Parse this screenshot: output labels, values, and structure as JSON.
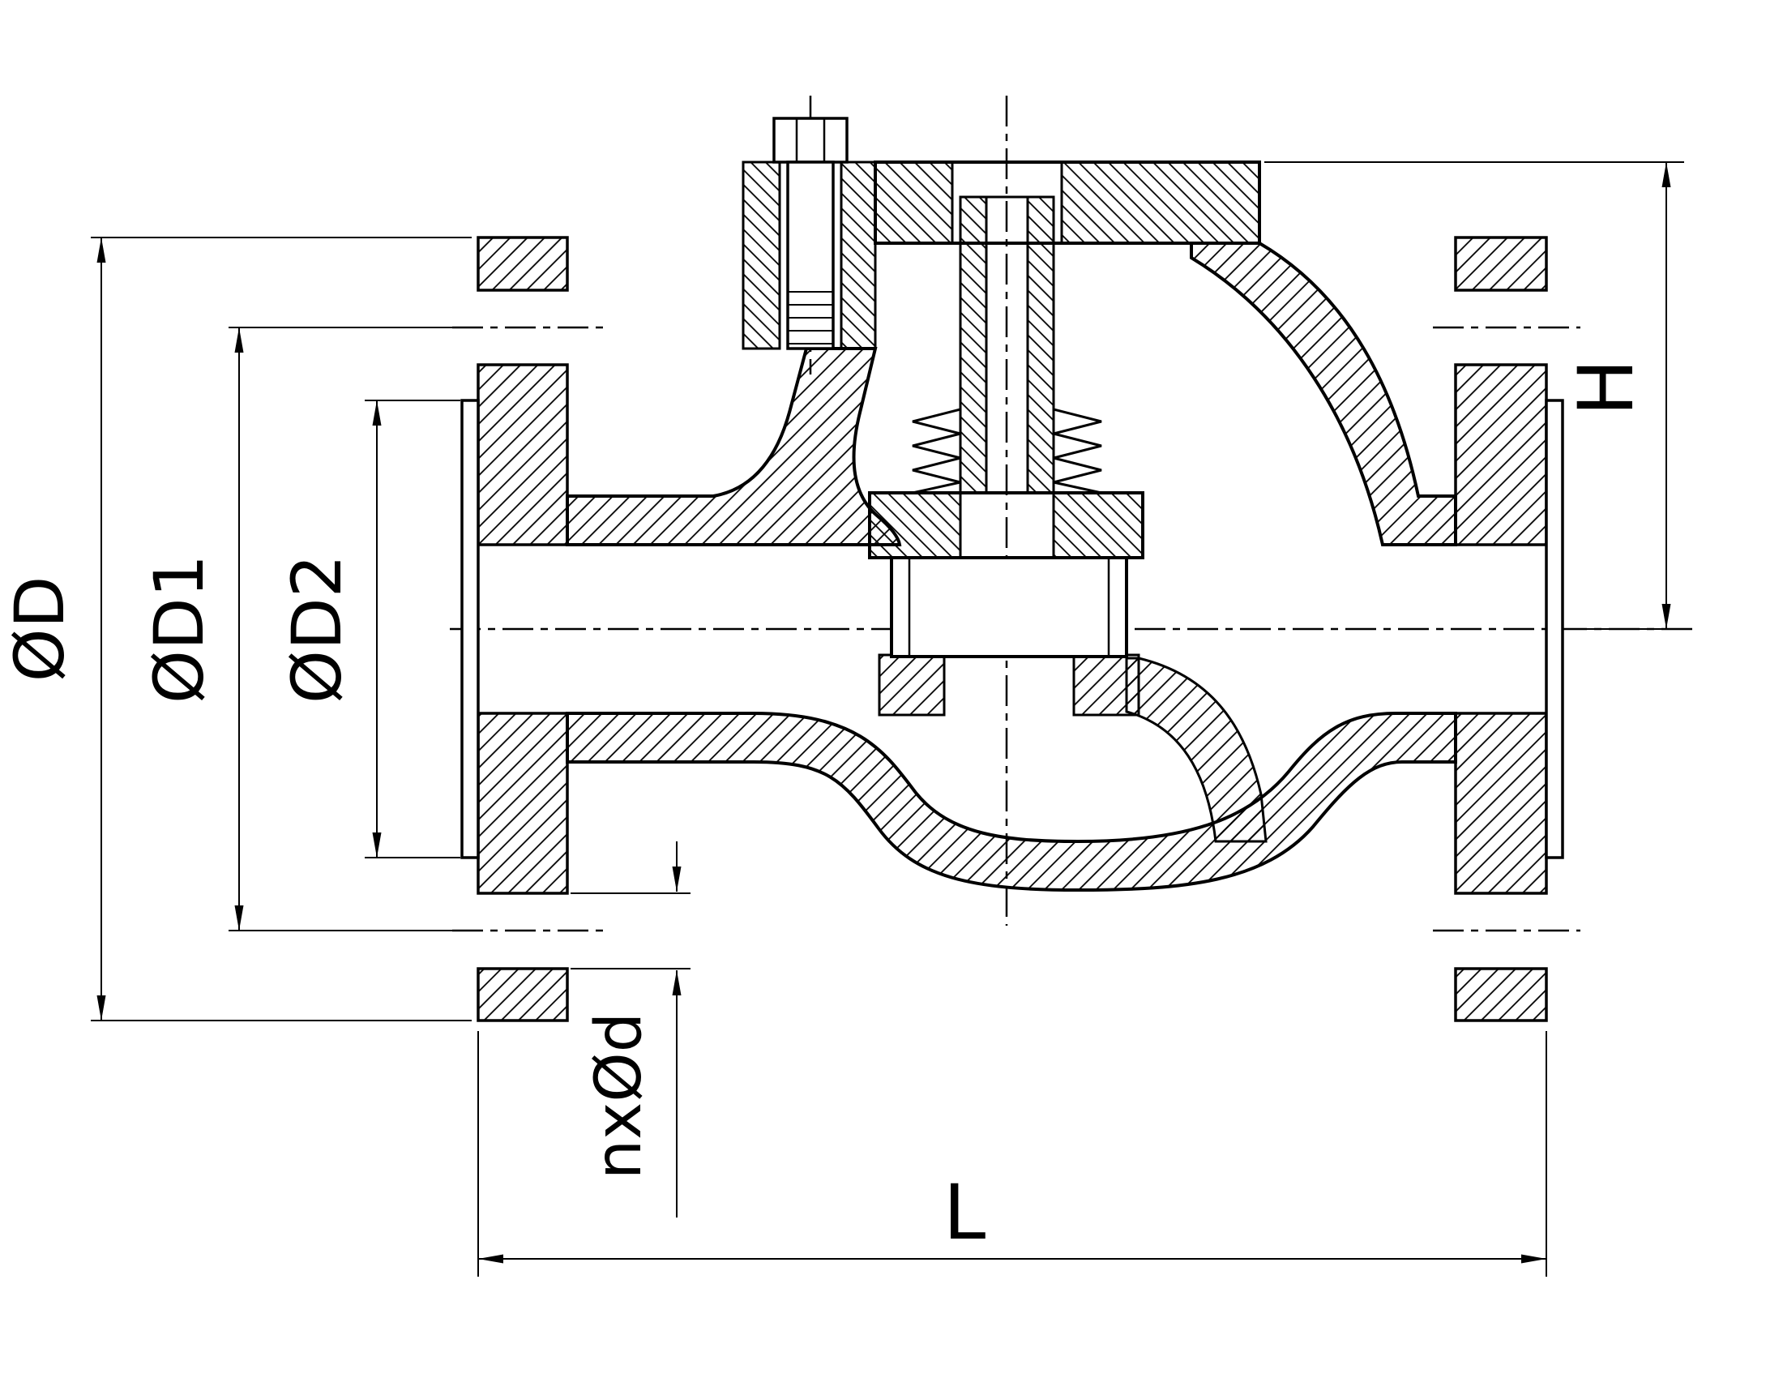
{
  "drawing": {
    "colors": {
      "line": "#000000",
      "background": "#ffffff"
    },
    "dimension_labels": {
      "d": "ØD",
      "d1": "ØD1",
      "d2": "ØD2",
      "nd": "nxØd",
      "l": "L",
      "h": "H"
    }
  }
}
